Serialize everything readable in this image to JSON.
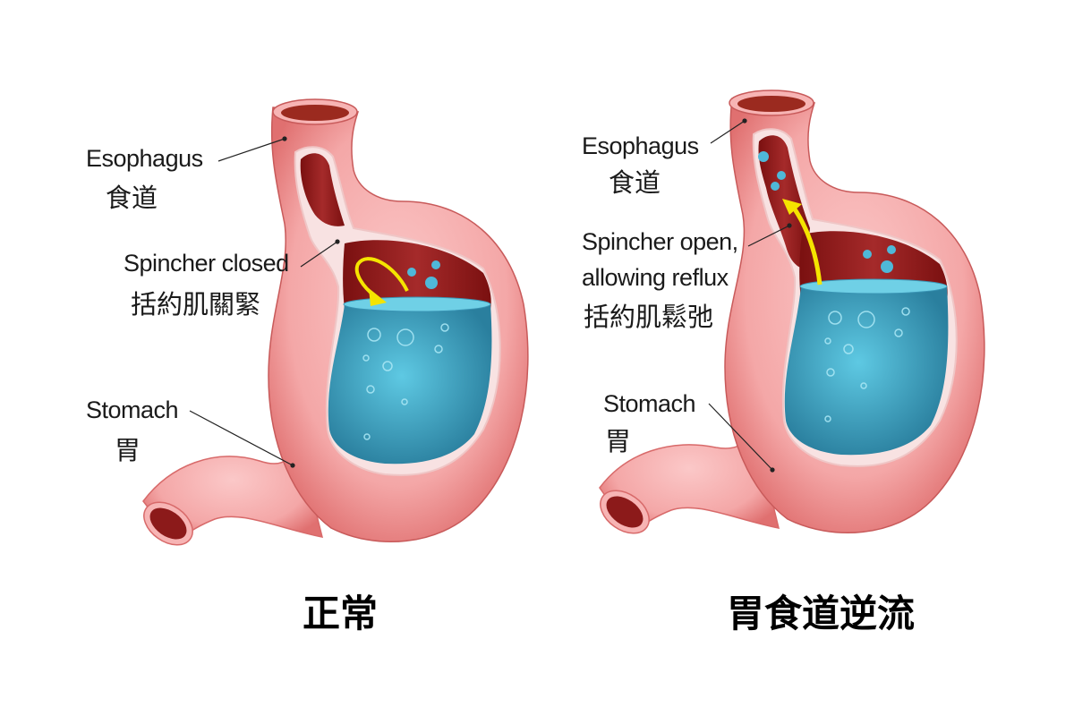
{
  "normal": {
    "caption": "正常",
    "labels": {
      "esophagus_en": "Esophagus",
      "esophagus_zh": "食道",
      "sphincter_en": "Spincher closed",
      "sphincter_zh": "括約肌關緊",
      "stomach_en": "Stomach",
      "stomach_zh": "胃"
    },
    "arrow": "curved-down-arrow",
    "state": "closed"
  },
  "reflux": {
    "caption": "胃食道逆流",
    "labels": {
      "esophagus_en": "Esophagus",
      "esophagus_zh": "食道",
      "sphincter_en_line1": "Spincher open,",
      "sphincter_en_line2": "allowing reflux",
      "sphincter_zh": "括約肌鬆弛",
      "stomach_en": "Stomach",
      "stomach_zh": "胃"
    },
    "arrow": "upward-reflux-arrow",
    "state": "open"
  },
  "colors": {
    "wall": "#f2a3a3",
    "wall_edge": "#e06a6a",
    "lumen": "#8c1a1a",
    "fluid": "#3aa3c4",
    "fluid_top": "#5cc3dd",
    "arrow": "#f5e400",
    "mucus": "#f7e6e6"
  }
}
